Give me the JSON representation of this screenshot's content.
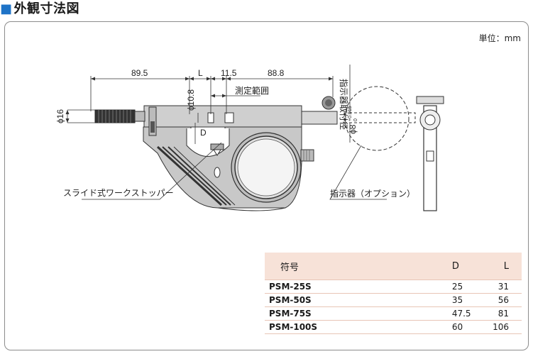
{
  "heading": {
    "marker": "■",
    "title": "外観寸法図"
  },
  "unit": "単位：mm",
  "dimensions": {
    "left_length": "89.5",
    "jaw_length": "L",
    "gap": "11.5",
    "right_length": "88.8",
    "jaw_dia": "ϕ10.8",
    "spindle_dia": "ϕ16",
    "depth": "D",
    "indicator_mount": "指示器取付径",
    "indicator_dia": "ϕ8",
    "indicator_tol_upper": "+0.015",
    "indicator_tol_lower": "0"
  },
  "labels": {
    "measuring_range": "測定範囲",
    "slide_stopper": "スライド式ワークストッパー",
    "indicator_option": "指示器（オプション）"
  },
  "table": {
    "headers": {
      "symbol": "符号",
      "d": "D",
      "l": "L"
    },
    "rows": [
      {
        "model": "PSM-25S",
        "d": "25",
        "l": "31"
      },
      {
        "model": "PSM-50S",
        "d": "35",
        "l": "56"
      },
      {
        "model": "PSM-75S",
        "d": "47.5",
        "l": "81"
      },
      {
        "model": "PSM-100S",
        "d": "60",
        "l": "106"
      }
    ]
  },
  "colors": {
    "accent": "#1e73c7",
    "body_fill": "#c8c8c8",
    "table_header": "#f7e2d8"
  }
}
